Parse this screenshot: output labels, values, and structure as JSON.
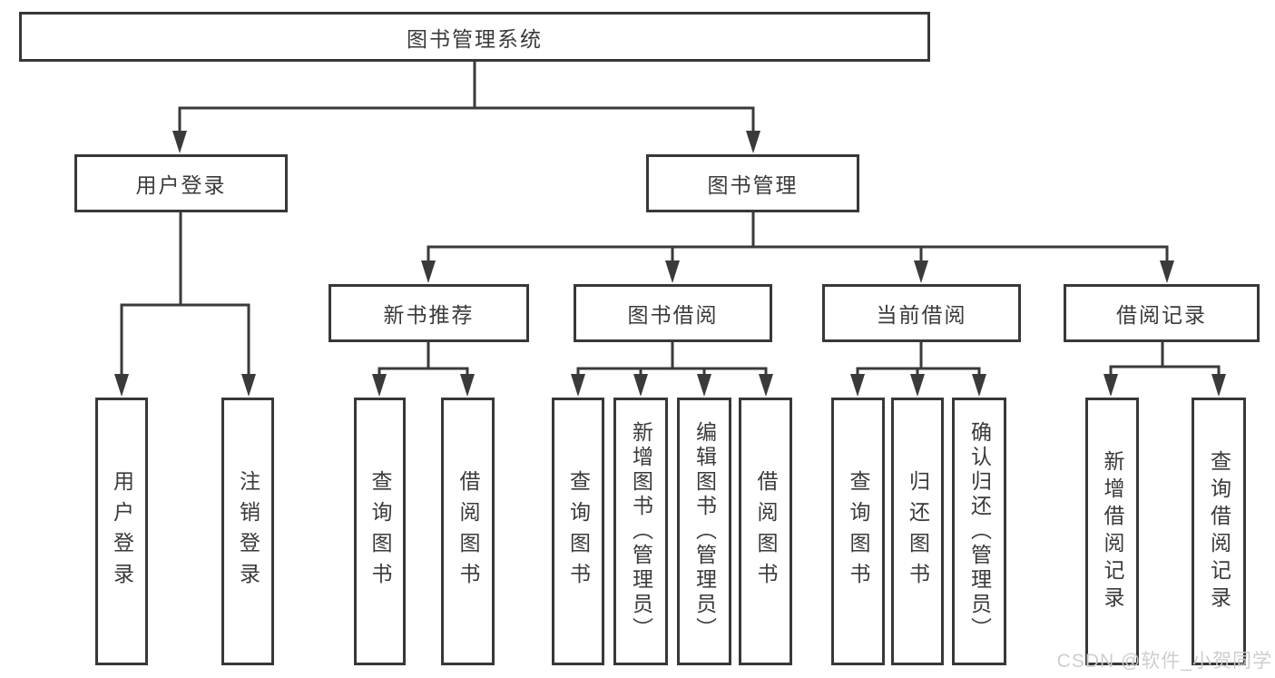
{
  "diagram": {
    "title": "图书管理系统",
    "nodes": {
      "root": "图书管理系统",
      "branches": [
        "用户登录",
        "图书管理"
      ],
      "modules": [
        "新书推荐",
        "图书借阅",
        "当前借阅",
        "借阅记录"
      ],
      "leaves": [
        "用户登录",
        "注销登录",
        "查询图书",
        "借阅图书",
        "查询图书",
        "新增图书（管理员）",
        "编辑图书（管理员）",
        "借阅图书",
        "查询图书",
        "归还图书",
        "确认归还（管理员）",
        "新增借阅记录",
        "查询借阅记录"
      ]
    },
    "hierarchy": {
      "用户登录": [
        "用户登录",
        "注销登录"
      ],
      "图书管理": [
        "新书推荐",
        "图书借阅",
        "当前借阅",
        "借阅记录"
      ],
      "新书推荐": [
        "查询图书",
        "借阅图书"
      ],
      "图书借阅": [
        "查询图书",
        "新增图书（管理员）",
        "编辑图书（管理员）",
        "借阅图书"
      ],
      "当前借阅": [
        "查询图书",
        "归还图书",
        "确认归还（管理员）"
      ],
      "借阅记录": [
        "新增借阅记录",
        "查询借阅记录"
      ]
    },
    "colors": {
      "line": "#3a3a3a",
      "border": "#383838",
      "text": "#3a3a3a",
      "background": "#ffffff",
      "watermark": "#cbcbcb"
    }
  },
  "watermark": {
    "text": "CSDN @软件_小贺同学"
  }
}
